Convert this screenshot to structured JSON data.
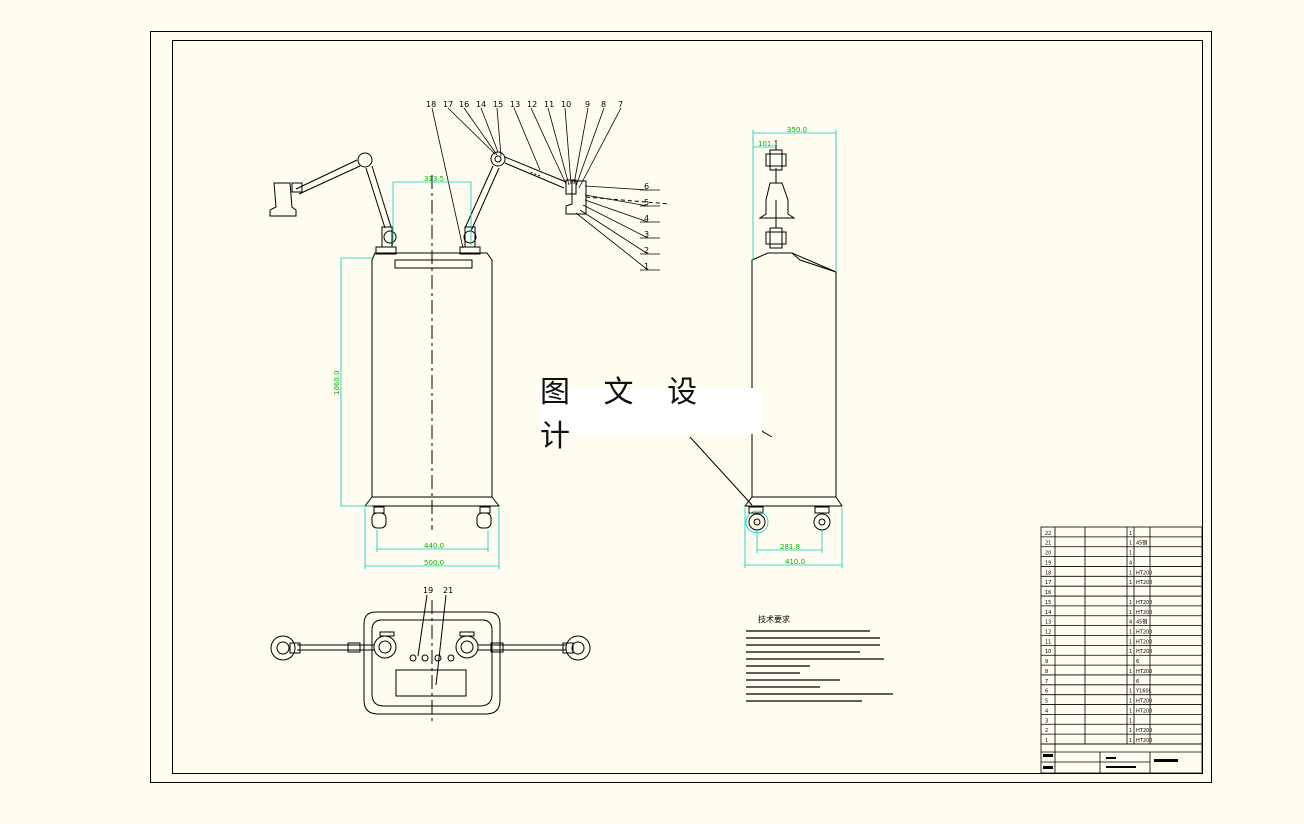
{
  "watermark": "图 文 设 计",
  "dims": {
    "front_top_width": "313.5",
    "front_height": "1060.0",
    "wheel_inner": "440.0",
    "base_width": "500.0",
    "side_top": "350.0",
    "side_arm": "101.1",
    "side_wheel_inner": "281.8",
    "side_base": "410.0"
  },
  "part_numbers_top": [
    "18",
    "17",
    "16",
    "14",
    "15",
    "13",
    "12",
    "11",
    "10",
    "9",
    "8",
    "7"
  ],
  "part_numbers_right": [
    "6",
    "5",
    "4",
    "3",
    "2",
    "1"
  ],
  "part_numbers_bottom": [
    "19",
    "21"
  ],
  "notes_title": "技术要求",
  "bom_rows": [
    {
      "no": "22",
      "name": "",
      "qty": "1",
      "mat": ""
    },
    {
      "no": "21",
      "name": "",
      "qty": "1",
      "mat": "45钢"
    },
    {
      "no": "20",
      "name": "",
      "qty": "1",
      "mat": ""
    },
    {
      "no": "19",
      "name": "",
      "qty": "4",
      "mat": ""
    },
    {
      "no": "18",
      "name": "",
      "qty": "1",
      "mat": "HT200"
    },
    {
      "no": "17",
      "name": "",
      "qty": "1",
      "mat": "HT200"
    },
    {
      "no": "16",
      "name": "",
      "qty": "",
      "mat": ""
    },
    {
      "no": "15",
      "name": "",
      "qty": "1",
      "mat": "HT200"
    },
    {
      "no": "14",
      "name": "",
      "qty": "1",
      "mat": "HT200"
    },
    {
      "no": "13",
      "name": "",
      "qty": "4",
      "mat": "45钢"
    },
    {
      "no": "12",
      "name": "",
      "qty": "1",
      "mat": "HT200"
    },
    {
      "no": "11",
      "name": "",
      "qty": "1",
      "mat": "HT200"
    },
    {
      "no": "10",
      "name": "",
      "qty": "1",
      "mat": "HT200"
    },
    {
      "no": "9",
      "name": "",
      "qty": "",
      "mat": "6"
    },
    {
      "no": "8",
      "name": "",
      "qty": "1",
      "mat": "HT200"
    },
    {
      "no": "7",
      "name": "",
      "qty": "",
      "mat": "6"
    },
    {
      "no": "6",
      "name": "",
      "qty": "1",
      "mat": "Y160L"
    },
    {
      "no": "5",
      "name": "",
      "qty": "1",
      "mat": "HT200"
    },
    {
      "no": "4",
      "name": "",
      "qty": "1",
      "mat": "HT200"
    },
    {
      "no": "3",
      "name": "",
      "qty": "1",
      "mat": ""
    },
    {
      "no": "2",
      "name": "",
      "qty": "1",
      "mat": "HT200"
    },
    {
      "no": "1",
      "name": "",
      "qty": "1",
      "mat": "HT200"
    }
  ],
  "colors": {
    "paper": "#fffdf0",
    "line": "#000000",
    "dim": "#00c8c8",
    "dimtext": "#00b000"
  }
}
